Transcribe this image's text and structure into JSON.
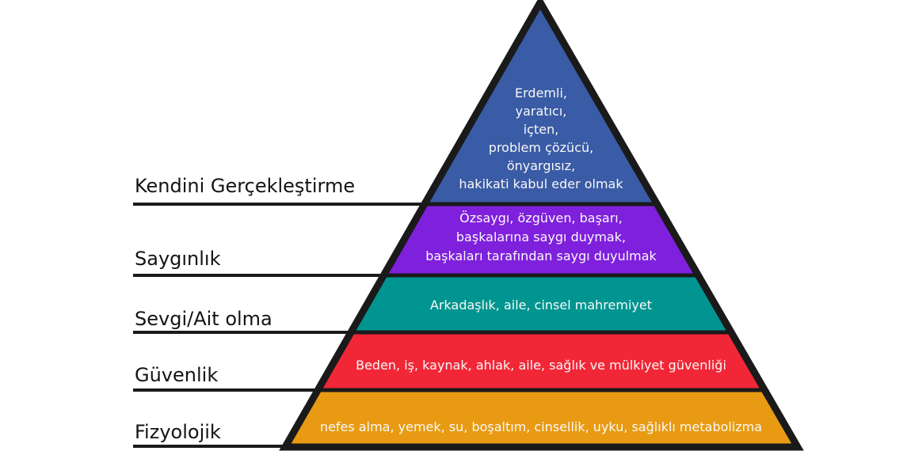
{
  "pyramid": {
    "background_color": "#ffffff",
    "outline_color": "#1a1a1a",
    "text_color": "#f8f8f8",
    "label_text_color": "#141414",
    "sections": [
      {
        "label": "Kendini Gerçekleştirme",
        "color": "#3a5ba5",
        "lines": [
          "Erdemli,",
          "yaratıcı,",
          "içten,",
          "problem çözücü,",
          "önyargısız,",
          "hakikati kabul eder olmak"
        ]
      },
      {
        "label": "Saygınlık",
        "color": "#7f20dd",
        "lines": [
          "Özsaygı, özgüven, başarı,",
          "başkalarına saygı duymak,",
          "başkaları tarafından saygı duyulmak"
        ]
      },
      {
        "label": "Sevgi/Ait olma",
        "color": "#009590",
        "lines": [
          "Arkadaşlık, aile, cinsel mahremiyet"
        ]
      },
      {
        "label": "Güvenlik",
        "color": "#f12737",
        "lines": [
          "Beden, iş, kaynak, ahlak, aile, sağlık ve mülkiyet güvenliği"
        ]
      },
      {
        "label": "Fizyolojik",
        "color": "#e89b12",
        "lines": [
          "nefes alma, yemek, su, boşaltım, cinsellik, uyku, sağlıklı metabolizma"
        ]
      }
    ]
  }
}
